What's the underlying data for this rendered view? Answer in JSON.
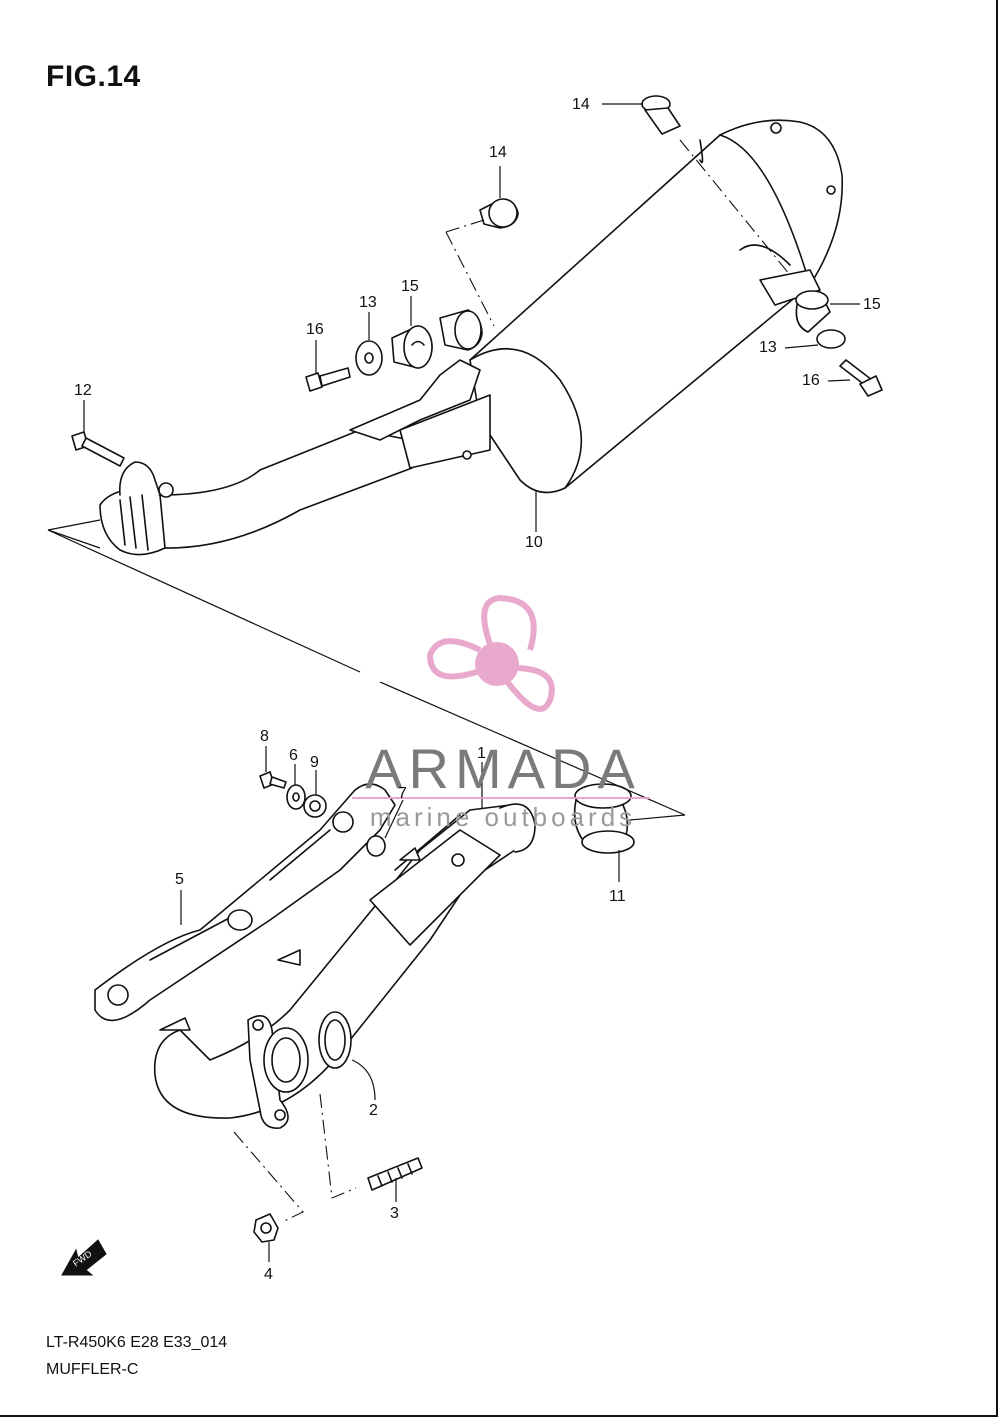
{
  "figure": {
    "title": "FIG.14",
    "code": "LT-R450K6 E28 E33_014",
    "name": "MUFFLER-C"
  },
  "watermark": {
    "brand": "ARMADA",
    "tagline": "marine outboards",
    "accent_color": "#e6a0c8"
  },
  "callouts": {
    "c14a": "14",
    "c14b": "14",
    "c15a": "15",
    "c15b": "15",
    "c13a": "13",
    "c13b": "13",
    "c16a": "16",
    "c16b": "16",
    "c12": "12",
    "c10": "10",
    "c1": "1",
    "c7": "7",
    "c8": "8",
    "c6": "6",
    "c9": "9",
    "c5": "5",
    "c11": "11",
    "c2": "2",
    "c3": "3",
    "c4": "4"
  },
  "fwd_label": "FWD"
}
